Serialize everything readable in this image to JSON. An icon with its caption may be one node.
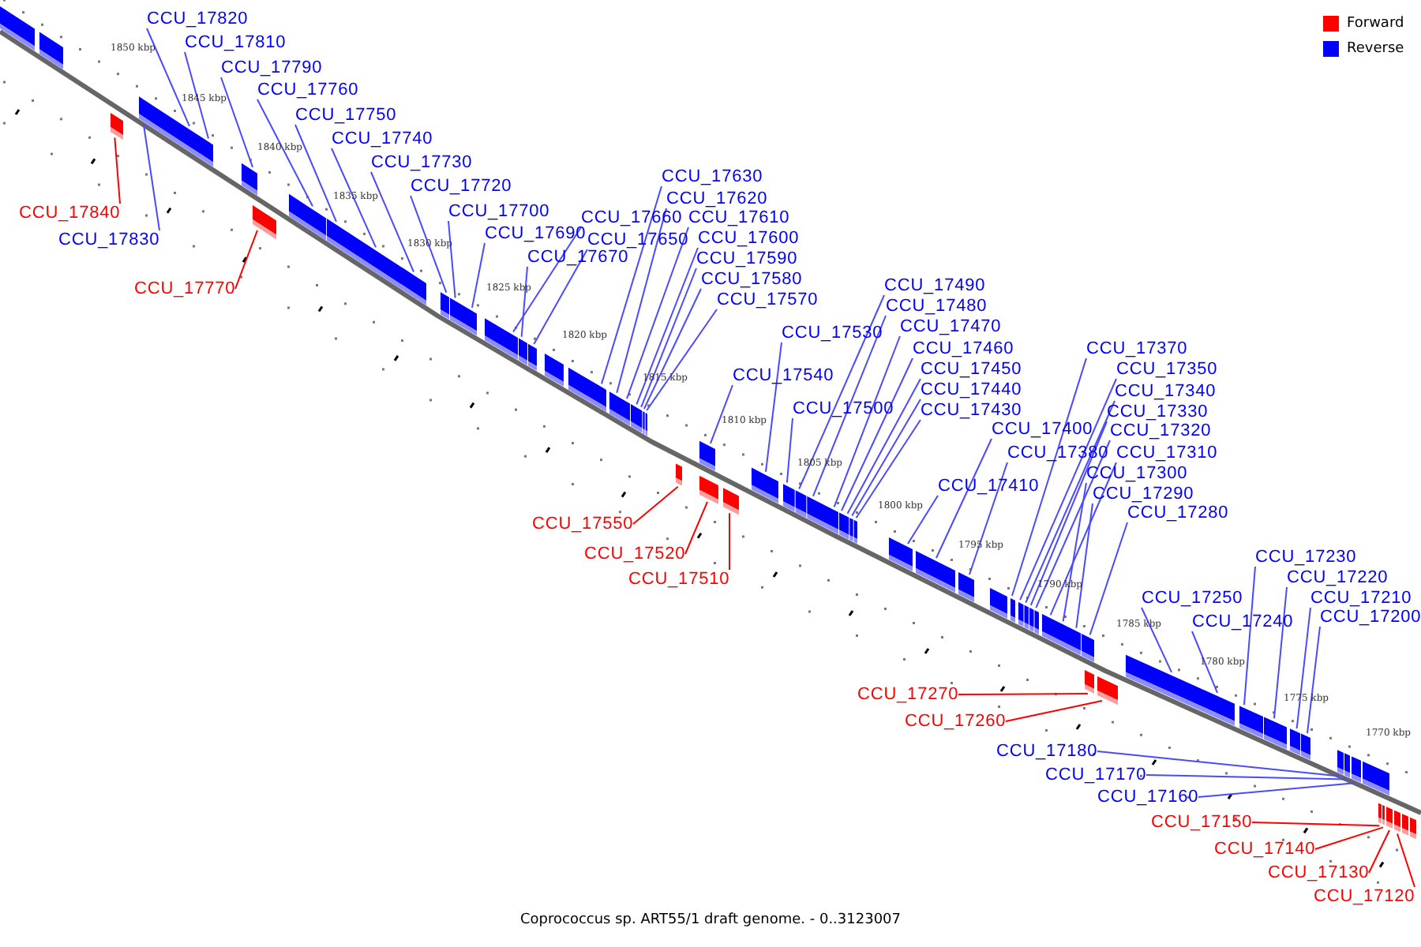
{
  "diagram": {
    "caption": "Coprococcus sp. ART55/1 draft genome. - 0..3123007",
    "nodes": [
      {
        "text": [
          "CCU_17820"
        ]
      },
      {
        "text": [
          "CCU_17810"
        ]
      },
      {
        "text": [
          "CCU_17790"
        ]
      },
      {
        "text": [
          "CCU_17760"
        ]
      },
      {
        "text": [
          "CCU_17750"
        ]
      },
      {
        "text": [
          "CCU_17740"
        ]
      },
      {
        "text": [
          "CCU_17730"
        ]
      },
      {
        "text": [
          "CCU_17720"
        ]
      },
      {
        "text": [
          "CCU_17700"
        ]
      },
      {
        "text": [
          "CCU_17690"
        ]
      },
      {
        "text": [
          "CCU_17660"
        ]
      },
      {
        "text": [
          "CCU_17650"
        ]
      },
      {
        "text": [
          "CCU_17670"
        ]
      },
      {
        "text": [
          "CCU_17630"
        ]
      },
      {
        "text": [
          "CCU_17620"
        ]
      },
      {
        "text": [
          "CCU_17610"
        ]
      },
      {
        "text": [
          "CCU_17600"
        ]
      },
      {
        "text": [
          "CCU_17590"
        ]
      },
      {
        "text": [
          "CCU_17580"
        ]
      },
      {
        "text": [
          "CCU_17570"
        ]
      },
      {
        "text": [
          "CCU_17530"
        ]
      },
      {
        "text": [
          "CCU_17540"
        ]
      },
      {
        "text": [
          "CCU_17500"
        ]
      },
      {
        "text": [
          "CCU_17490"
        ]
      },
      {
        "text": [
          "CCU_17480"
        ]
      },
      {
        "text": [
          "CCU_17470"
        ]
      },
      {
        "text": [
          "CCU_17460"
        ]
      },
      {
        "text": [
          "CCU_17450"
        ]
      },
      {
        "text": [
          "CCU_17440"
        ]
      },
      {
        "text": [
          "CCU_17430"
        ]
      },
      {
        "text": [
          "CCU_17410"
        ]
      },
      {
        "text": [
          "CCU_17400"
        ]
      },
      {
        "text": [
          "CCU_17380"
        ]
      },
      {
        "text": [
          "CCU_17370"
        ]
      },
      {
        "text": [
          "CCU_17350"
        ]
      },
      {
        "text": [
          "CCU_17340"
        ]
      },
      {
        "text": [
          "CCU_17330"
        ]
      },
      {
        "text": [
          "CCU_17320"
        ]
      },
      {
        "text": [
          "CCU_17310"
        ]
      },
      {
        "text": [
          "CCU_17300"
        ]
      },
      {
        "text": [
          "CCU_17290"
        ]
      },
      {
        "text": [
          "CCU_17280"
        ]
      },
      {
        "text": [
          "CCU_17250"
        ]
      },
      {
        "text": [
          "CCU_17240"
        ]
      },
      {
        "text": [
          "CCU_17230"
        ]
      },
      {
        "text": [
          "CCU_17220"
        ]
      },
      {
        "text": [
          "CCU_17210"
        ]
      },
      {
        "text": [
          "CCU_17200"
        ]
      },
      {
        "text": [
          "CCU_17840"
        ]
      },
      {
        "text": [
          "CCU_17830"
        ]
      },
      {
        "text": [
          "CCU_17770"
        ]
      },
      {
        "text": [
          "CCU_17550"
        ]
      },
      {
        "text": [
          "CCU_17520"
        ]
      },
      {
        "text": [
          "CCU_17510"
        ]
      },
      {
        "text": [
          "CCU_17270"
        ]
      },
      {
        "text": [
          "CCU_17260"
        ]
      },
      {
        "text": [
          "CCU_17180"
        ]
      },
      {
        "text": [
          "CCU_17170"
        ]
      },
      {
        "text": [
          "CCU_17160"
        ]
      },
      {
        "text": [
          "CCU_17150"
        ]
      },
      {
        "text": [
          "CCU_17140"
        ]
      },
      {
        "text": [
          "CCU_17130"
        ]
      },
      {
        "text": [
          "CCU_17120"
        ]
      },
      {
        "text": [],
        "shape": "bar"
      },
      {
        "text": [],
        "shape": "bar"
      },
      {
        "text": [],
        "shape": "bar"
      },
      {
        "text": [],
        "shape": "bar"
      },
      {
        "text": [],
        "shape": "bar"
      },
      {
        "text": [],
        "shape": "bar"
      },
      {
        "text": [],
        "shape": "bar"
      },
      {
        "text": [],
        "shape": "bar"
      },
      {
        "text": [],
        "shape": "bar"
      },
      {
        "text": [],
        "shape": "bar"
      },
      {
        "text": [],
        "shape": "bar"
      },
      {
        "text": [],
        "shape": "bar"
      },
      {
        "text": [],
        "shape": "bar"
      },
      {
        "text": [],
        "shape": "bar"
      },
      {
        "text": [],
        "shape": "bar"
      },
      {
        "text": [],
        "shape": "bar"
      },
      {
        "text": [],
        "shape": "bar"
      },
      {
        "text": [],
        "shape": "bar"
      },
      {
        "text": [],
        "shape": "bar"
      },
      {
        "text": [],
        "shape": "bar"
      },
      {
        "text": [],
        "shape": "bar"
      },
      {
        "text": [],
        "shape": "bar"
      },
      {
        "text": [],
        "shape": "bar"
      },
      {
        "text": [],
        "shape": "bar"
      },
      {
        "text": [],
        "shape": "bar"
      },
      {
        "text": [],
        "shape": "bar"
      },
      {
        "text": [],
        "shape": "bar"
      },
      {
        "text": [],
        "shape": "bar"
      },
      {
        "text": [],
        "shape": "bar"
      },
      {
        "text": [],
        "shape": "bar"
      },
      {
        "text": [],
        "shape": "bar"
      },
      {
        "text": [],
        "shape": "bar"
      },
      {
        "text": [],
        "shape": "bar"
      },
      {
        "text": [],
        "shape": "bar"
      },
      {
        "text": [],
        "shape": "bar"
      },
      {
        "text": [],
        "shape": "bar"
      },
      {
        "text": [],
        "shape": "bar"
      },
      {
        "text": [],
        "shape": "bar"
      },
      {
        "text": [],
        "shape": "bar"
      },
      {
        "text": [],
        "shape": "bar"
      },
      {
        "text": [],
        "shape": "bar"
      },
      {
        "text": [],
        "shape": "bar"
      },
      {
        "text": [],
        "shape": "bar"
      },
      {
        "text": [],
        "shape": "bar"
      },
      {
        "text": [],
        "shape": "bar"
      },
      {
        "text": [],
        "shape": "bar"
      },
      {
        "text": [],
        "shape": "bar"
      },
      {
        "text": [],
        "shape": "bar"
      },
      {
        "text": [],
        "shape": "bar"
      },
      {
        "text": [],
        "shape": "bar"
      },
      {
        "text": [],
        "shape": "bar"
      },
      {
        "text": [],
        "shape": "bar"
      },
      {
        "text": [],
        "shape": "bar"
      },
      {
        "text": [],
        "shape": "bar"
      },
      {
        "text": [],
        "shape": "bar"
      },
      {
        "text": [],
        "shape": "bar"
      },
      {
        "text": [],
        "shape": "bar"
      },
      {
        "text": [],
        "shape": "bar"
      },
      {
        "text": [],
        "shape": "bar"
      },
      {
        "text": [],
        "shape": "bar"
      },
      {
        "text": [],
        "shape": "bar"
      },
      {
        "text": [],
        "shape": "bar"
      },
      {
        "text": [],
        "shape": "bar"
      },
      {
        "text": [],
        "shape": "bar"
      },
      {
        "text": [],
        "shape": "bar"
      },
      {
        "text": [],
        "shape": "bar"
      },
      {
        "text": [],
        "shape": "bar"
      },
      {
        "text": [],
        "shape": "bar"
      },
      {
        "text": [],
        "shape": "bar"
      },
      {
        "text": [],
        "shape": "bar"
      },
      {
        "text": [],
        "shape": "bar"
      }
    ],
    "edges": [
      {
        "from": 0,
        "to": 65,
        "arrow": "none"
      },
      {
        "from": 1,
        "to": 66,
        "arrow": "none"
      },
      {
        "from": 2,
        "to": 68,
        "arrow": "none"
      },
      {
        "from": 3,
        "to": 69,
        "arrow": "none"
      },
      {
        "from": 4,
        "to": 70,
        "arrow": "none"
      },
      {
        "from": 5,
        "to": 71,
        "arrow": "none"
      },
      {
        "from": 6,
        "to": 72,
        "arrow": "none"
      },
      {
        "from": 7,
        "to": 73,
        "arrow": "none"
      },
      {
        "from": 8,
        "to": 74,
        "arrow": "none"
      },
      {
        "from": 9,
        "to": 75,
        "arrow": "none"
      },
      {
        "from": 10,
        "to": 76,
        "arrow": "none"
      },
      {
        "from": 11,
        "to": 78,
        "arrow": "none"
      },
      {
        "from": 12,
        "to": 77,
        "arrow": "none"
      },
      {
        "from": 13,
        "to": 79,
        "arrow": "none"
      },
      {
        "from": 14,
        "to": 80,
        "arrow": "none"
      },
      {
        "from": 15,
        "to": 81,
        "arrow": "none"
      },
      {
        "from": 16,
        "to": 82,
        "arrow": "none"
      },
      {
        "from": 17,
        "to": 83,
        "arrow": "none"
      },
      {
        "from": 18,
        "to": 84,
        "arrow": "none"
      },
      {
        "from": 19,
        "to": 85,
        "arrow": "none"
      },
      {
        "from": 20,
        "to": 90,
        "arrow": "none"
      },
      {
        "from": 21,
        "to": 88,
        "arrow": "none"
      },
      {
        "from": 22,
        "to": 91,
        "arrow": "none"
      },
      {
        "from": 23,
        "to": 92,
        "arrow": "none"
      },
      {
        "from": 24,
        "to": 93,
        "arrow": "none"
      },
      {
        "from": 25,
        "to": 94,
        "arrow": "none"
      },
      {
        "from": 26,
        "to": 95,
        "arrow": "none"
      },
      {
        "from": 27,
        "to": 96,
        "arrow": "none"
      },
      {
        "from": 28,
        "to": 97,
        "arrow": "none"
      },
      {
        "from": 29,
        "to": 98,
        "arrow": "none"
      },
      {
        "from": 30,
        "to": 99,
        "arrow": "none"
      },
      {
        "from": 31,
        "to": 100,
        "arrow": "none"
      },
      {
        "from": 32,
        "to": 101,
        "arrow": "none"
      },
      {
        "from": 33,
        "to": 102,
        "arrow": "none"
      },
      {
        "from": 34,
        "to": 103,
        "arrow": "none"
      },
      {
        "from": 35,
        "to": 104,
        "arrow": "none"
      },
      {
        "from": 36,
        "to": 105,
        "arrow": "none"
      },
      {
        "from": 37,
        "to": 106,
        "arrow": "none"
      },
      {
        "from": 38,
        "to": 107,
        "arrow": "none"
      },
      {
        "from": 39,
        "to": 108,
        "arrow": "none"
      },
      {
        "from": 40,
        "to": 109,
        "arrow": "none"
      },
      {
        "from": 41,
        "to": 111,
        "arrow": "none"
      },
      {
        "from": 42,
        "to": 113,
        "arrow": "none"
      },
      {
        "from": 43,
        "to": 114,
        "arrow": "none"
      },
      {
        "from": 44,
        "to": 115,
        "arrow": "none"
      },
      {
        "from": 45,
        "to": 116,
        "arrow": "none"
      },
      {
        "from": 46,
        "to": 117,
        "arrow": "none"
      },
      {
        "from": 47,
        "to": 118,
        "arrow": "none"
      },
      {
        "from": 48,
        "to": 63,
        "arrow": "none",
        "color": "#ff0000"
      },
      {
        "from": 49,
        "to": 64,
        "arrow": "none"
      },
      {
        "from": 50,
        "to": 67,
        "arrow": "none",
        "color": "#ff0000"
      },
      {
        "from": 51,
        "to": 86,
        "arrow": "none",
        "color": "#ff0000"
      },
      {
        "from": 52,
        "to": 87,
        "arrow": "none",
        "color": "#ff0000"
      },
      {
        "from": 53,
        "to": 89,
        "arrow": "none",
        "color": "#ff0000"
      },
      {
        "from": 54,
        "to": 110,
        "arrow": "none",
        "color": "#ff0000"
      },
      {
        "from": 55,
        "to": 112,
        "arrow": "none",
        "color": "#ff0000"
      },
      {
        "from": 56,
        "to": 119,
        "arrow": "none"
      },
      {
        "from": 57,
        "to": 120,
        "arrow": "none"
      },
      {
        "from": 58,
        "to": 121,
        "arrow": "none"
      },
      {
        "from": 59,
        "to": 122,
        "arrow": "none",
        "color": "#ff0000"
      },
      {
        "from": 60,
        "to": 123,
        "arrow": "none",
        "color": "#ff0000"
      },
      {
        "from": 61,
        "to": 124,
        "arrow": "none",
        "color": "#ff0000"
      },
      {
        "from": 62,
        "to": 125,
        "arrow": "none",
        "color": "#ff0000"
      }
    ],
    "labels": [
      "1850 kbp",
      "1845 kbp",
      "1840 kbp",
      "1835 kbp",
      "1830 kbp",
      "1825 kbp",
      "1820 kbp",
      "1815 kbp",
      "1810 kbp",
      "1805 kbp",
      "1800 kbp",
      "1795 kbp",
      "1790 kbp",
      "1785 kbp",
      "1780 kbp",
      "1775 kbp",
      "1770 kbp"
    ],
    "legend": [
      {
        "text": "Forward",
        "color": "#ff0000"
      },
      {
        "text": "Reverse",
        "color": "#0000ff"
      }
    ]
  }
}
